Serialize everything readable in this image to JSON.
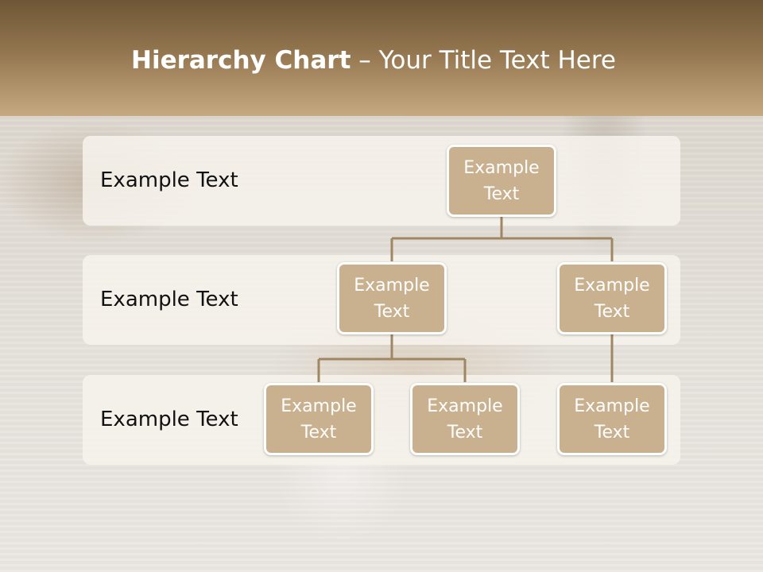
{
  "title": {
    "bold": "Hierarchy Chart",
    "rest": " – Your Title Text Here"
  },
  "levels": [
    {
      "label": "Example Text"
    },
    {
      "label": "Example Text"
    },
    {
      "label": "Example Text"
    }
  ],
  "nodes": {
    "root": "Example Text",
    "level2_left": "Example Text",
    "level2_right": "Example Text",
    "level3_a": "Example Text",
    "level3_b": "Example Text",
    "level3_c": "Example Text"
  },
  "colors": {
    "header_top": "#6e5636",
    "header_bottom": "#c7a981",
    "node_fill": "#c9b08e",
    "connector": "#a08763"
  }
}
